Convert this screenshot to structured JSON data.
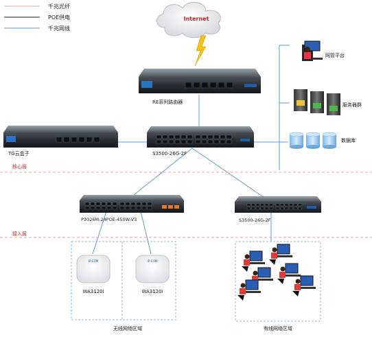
{
  "legend": [
    {
      "label": "千兆光纤",
      "color": "#e8a0a0"
    },
    {
      "label": "POE供电",
      "color": "#222222"
    },
    {
      "label": "千兆网线",
      "color": "#5b9bd5"
    }
  ],
  "cloud": {
    "label": "Internet"
  },
  "devices": {
    "router": "RE系列路由器",
    "tg_box": "TG云盒子",
    "core_switch": "S3500-26G-2F",
    "poe_switch": "P3026M-24POE-450W-V3",
    "access_switch": "S3500-26G-2F",
    "ap1": "WA3120i",
    "ap2": "WA3120i",
    "ap1_logo": "IP-COM",
    "ap2_logo": "IP-COM"
  },
  "servers": {
    "mgmt": "网管平台",
    "server": "服务器群",
    "db": "数据库"
  },
  "layers": {
    "core": "核心层",
    "access": "接入层"
  },
  "zones": {
    "wireless": "无线网络区域",
    "wired": "有线网络区域"
  },
  "colors": {
    "fiber": "#e8a0a0",
    "ethernet": "#5b9bd5",
    "layer_label": "#cc2222",
    "zone_border": "#9ab7d6"
  }
}
